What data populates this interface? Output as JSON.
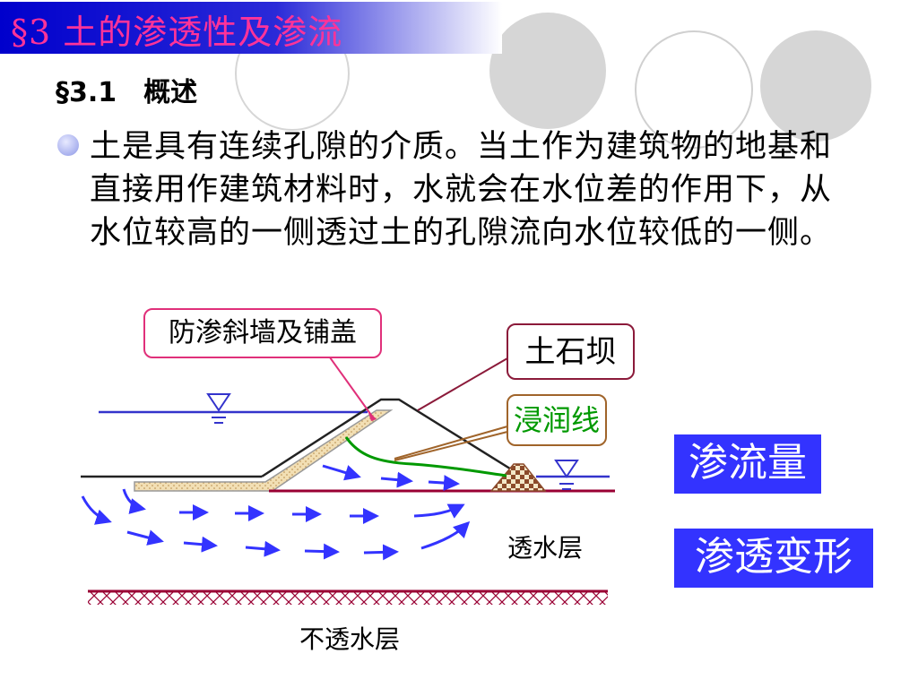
{
  "title": "§3 土的渗透性及渗流",
  "subtitle": "§3.1　概述",
  "paragraph": "土是具有连续孔隙的介质。当土作为建筑物的地基和直接用作建筑材料时，水就会在水位差的作用下，从水位较高的一侧透过土的孔隙流向水位较低的一侧。",
  "diagram": {
    "callout_wall": "防渗斜墙及铺盖",
    "callout_dam": "土石坝",
    "callout_seepage_line": "浸润线",
    "label_permeable": "透水层",
    "label_impermeable": "不透水层"
  },
  "boxes": {
    "seepage_flow": "渗流量",
    "seepage_deformation": "渗透变形"
  },
  "colors": {
    "title_bar": "#0000cc",
    "title_text": "#ff3399",
    "box_bg": "#3333ff",
    "water_line": "#3333cc",
    "flow_arrow": "#3333ff",
    "seepage_line": "#009900",
    "ground_line": "#990033"
  }
}
